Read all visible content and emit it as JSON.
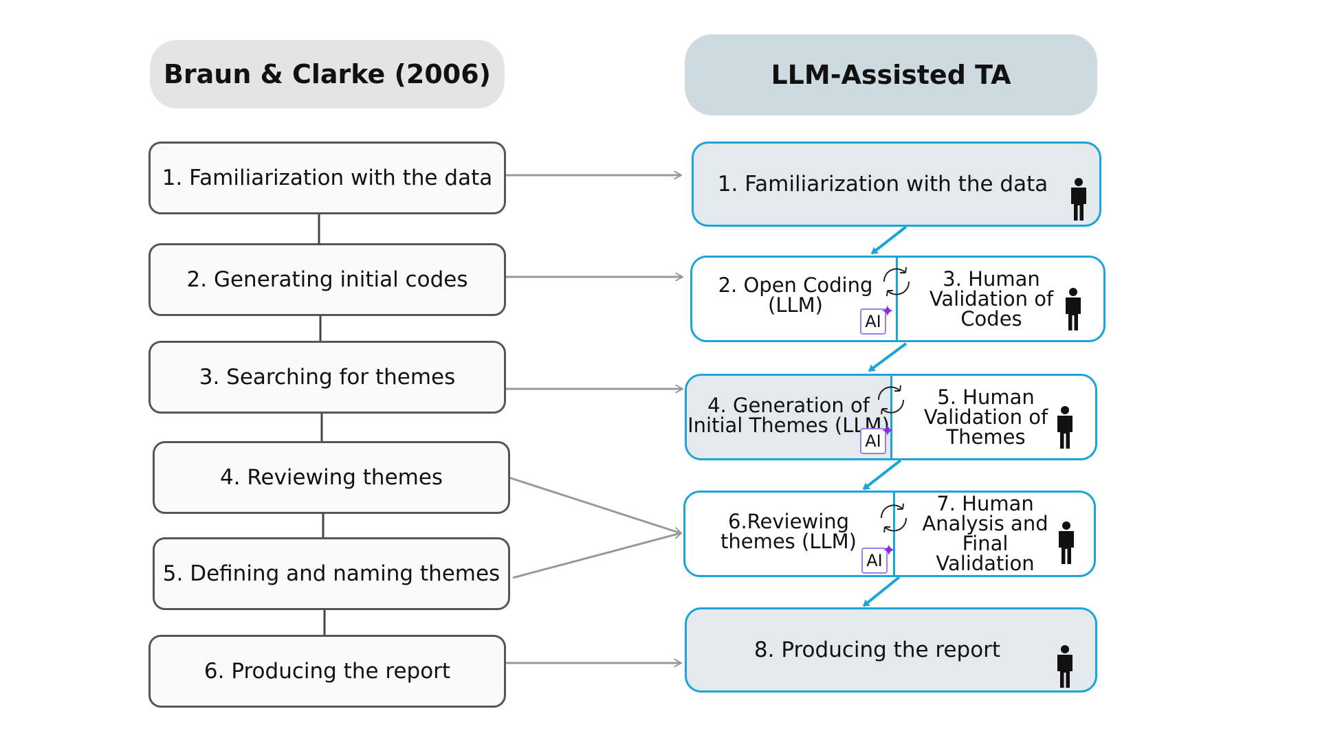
{
  "left_column": {
    "header": "Braun & Clarke (2006)",
    "steps": [
      "1. Familiarization with the data",
      "2. Generating initial codes",
      "3. Searching for themes",
      "4. Reviewing themes",
      "5. Defining and naming themes",
      "6. Producing the report"
    ]
  },
  "right_column": {
    "header": "LLM-Assisted TA",
    "step1": "1. Familiarization with the data",
    "step2": "2. Open Coding (LLM)",
    "step3": "3. Human Validation of Codes",
    "step4": "4. Generation of Initial Themes (LLM)",
    "step5": "5. Human Validation of Themes",
    "step6": "6.Reviewing themes (LLM)",
    "step7": "7. Human Analysis and Final Validation",
    "step8": "8. Producing the report",
    "ai_badge": "AI"
  },
  "icons": {
    "human": "person-icon",
    "ai": "ai-sparkle-icon",
    "cycle": "cycle-arrows-icon"
  },
  "colors": {
    "accent_blue": "#1ba4d8",
    "right_fill": "#e3e9ec",
    "left_border": "#555555",
    "connector_gray": "#999999",
    "sparkle": "#8a2be2"
  }
}
